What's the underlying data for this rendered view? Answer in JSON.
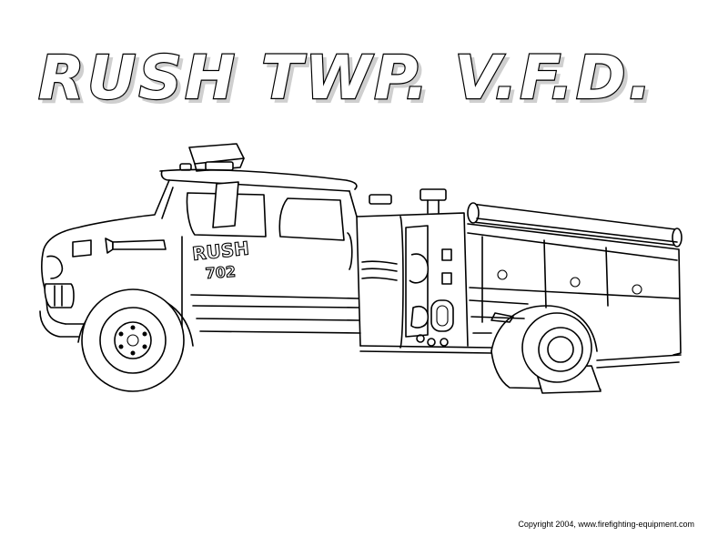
{
  "page": {
    "title": "RUSH TWP. V.F.D.",
    "copyright": "Copyright 2004, www.firefighting-equipment.com"
  },
  "truck": {
    "door_line1": "RUSH",
    "door_line2": "702"
  },
  "colors": {
    "background": "#ffffff",
    "line": "#000000",
    "title_shadow": "#cfcfcf"
  },
  "icons": {
    "illustration": "fire-engine-icon"
  }
}
